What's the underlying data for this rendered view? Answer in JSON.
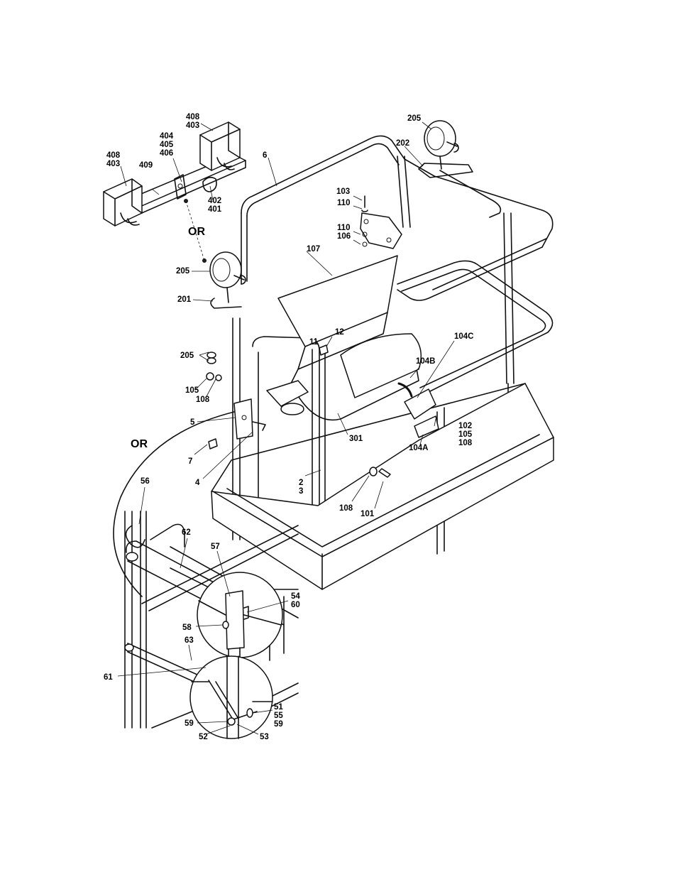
{
  "callouts": {
    "c408a": [
      "408",
      "403"
    ],
    "c404": [
      "404",
      "405",
      "406"
    ],
    "c408b": [
      "408",
      "403"
    ],
    "c409": [
      "409"
    ],
    "c402": [
      "402",
      "401"
    ],
    "c205top": [
      "205"
    ],
    "c202": [
      "202"
    ],
    "c6": [
      "6"
    ],
    "c103": [
      "103"
    ],
    "c110a": [
      "110"
    ],
    "c110b": [
      "110",
      "106"
    ],
    "c107": [
      "107"
    ],
    "c205mid": [
      "205"
    ],
    "c201": [
      "201"
    ],
    "c11": [
      "11"
    ],
    "c12": [
      "12"
    ],
    "c104c": [
      "104C"
    ],
    "c205low": [
      "205"
    ],
    "c104b": [
      "104B"
    ],
    "c105": [
      "105"
    ],
    "c108a": [
      "108"
    ],
    "c5": [
      "5"
    ],
    "c301": [
      "301"
    ],
    "c102": [
      "102",
      "105",
      "108"
    ],
    "c104a": [
      "104A"
    ],
    "c7": [
      "7"
    ],
    "c4": [
      "4"
    ],
    "c2": [
      "2",
      "3"
    ],
    "c108b": [
      "108"
    ],
    "c101": [
      "101"
    ],
    "c56": [
      "56"
    ],
    "c62": [
      "62"
    ],
    "c57": [
      "57"
    ],
    "c54": [
      "54",
      "60"
    ],
    "c58": [
      "58"
    ],
    "c63": [
      "63"
    ],
    "c61": [
      "61"
    ],
    "c51": [
      "51",
      "55",
      "59"
    ],
    "c59": [
      "59"
    ],
    "c52": [
      "52"
    ],
    "c53": [
      "53"
    ]
  },
  "or_labels": {
    "top": "OR",
    "left": "OR"
  }
}
